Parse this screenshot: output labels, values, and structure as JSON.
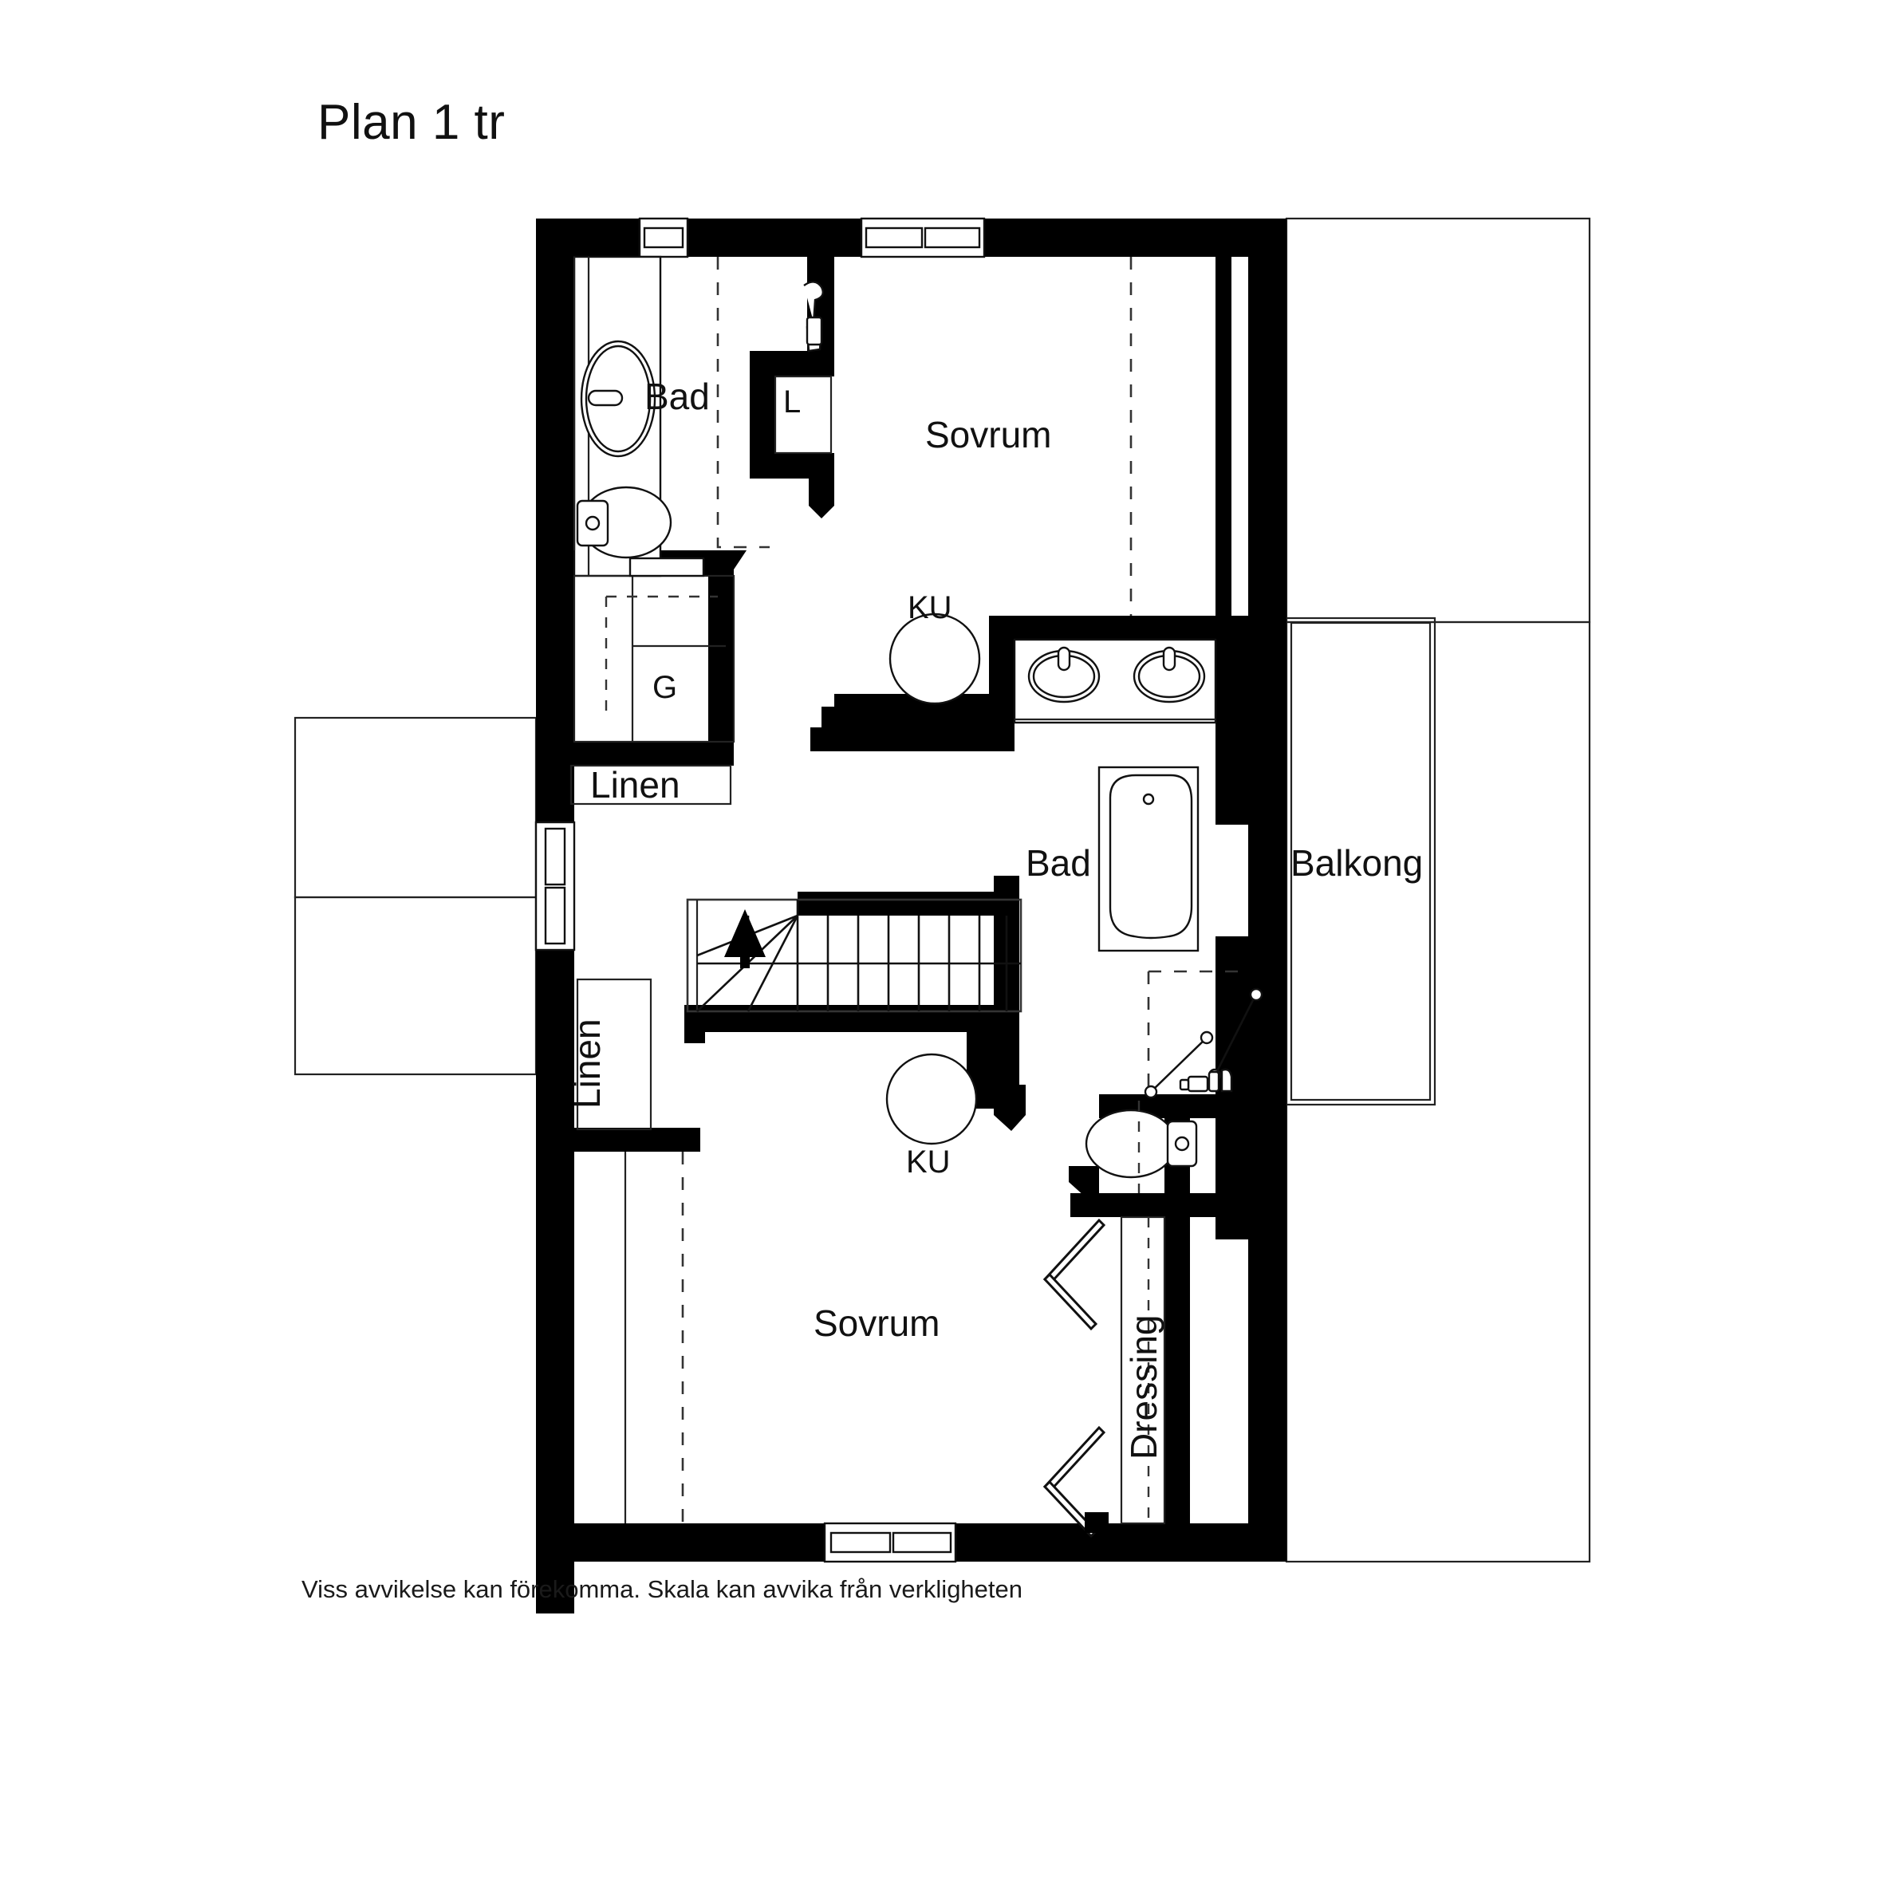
{
  "document": {
    "title": "Plan 1 tr",
    "footer_note": "Viss avvikelse kan förekomma. Skala kan avvika från verkligheten",
    "background_color": "#ffffff",
    "line_color": "#000000"
  },
  "floorplan": {
    "name": "Plan 1 tr",
    "labels": {
      "bathroom_upper": "Bad",
      "bedroom_upper": "Sovrum",
      "laundry_closet": "L",
      "wardrobe": "G",
      "linen_closet_upper": "Linen",
      "linen_closet_lower": "Linen",
      "column_upper": "KU",
      "column_lower": "KU",
      "bathroom_master": "Bad",
      "balcony": "Balkong",
      "bedroom_lower": "Sovrum",
      "dressing_room": "Dressing"
    },
    "rooms": [
      {
        "id": "bad-upper",
        "label": "Bad",
        "type": "bathroom"
      },
      {
        "id": "sovrum-upper",
        "label": "Sovrum",
        "type": "bedroom"
      },
      {
        "id": "l-closet",
        "label": "L",
        "type": "laundry"
      },
      {
        "id": "g-closet",
        "label": "G",
        "type": "wardrobe"
      },
      {
        "id": "linen-upper",
        "label": "Linen",
        "type": "closet"
      },
      {
        "id": "linen-lower",
        "label": "Linen",
        "type": "closet"
      },
      {
        "id": "bad-master",
        "label": "Bad",
        "type": "bathroom"
      },
      {
        "id": "balkong",
        "label": "Balkong",
        "type": "balcony"
      },
      {
        "id": "sovrum-lower",
        "label": "Sovrum",
        "type": "bedroom"
      },
      {
        "id": "dressing",
        "label": "Dressing",
        "type": "dressing"
      }
    ],
    "markers": [
      {
        "id": "ku-upper",
        "label": "KU",
        "type": "column"
      },
      {
        "id": "ku-lower",
        "label": "KU",
        "type": "column"
      }
    ],
    "fixtures": [
      "sink-oval-upper-bath",
      "toilet-upper-bath",
      "shower-fixture-upper-bath",
      "double-vanity-sinks",
      "bathtub-master",
      "shower-master",
      "toilet-master",
      "staircase-up"
    ]
  }
}
